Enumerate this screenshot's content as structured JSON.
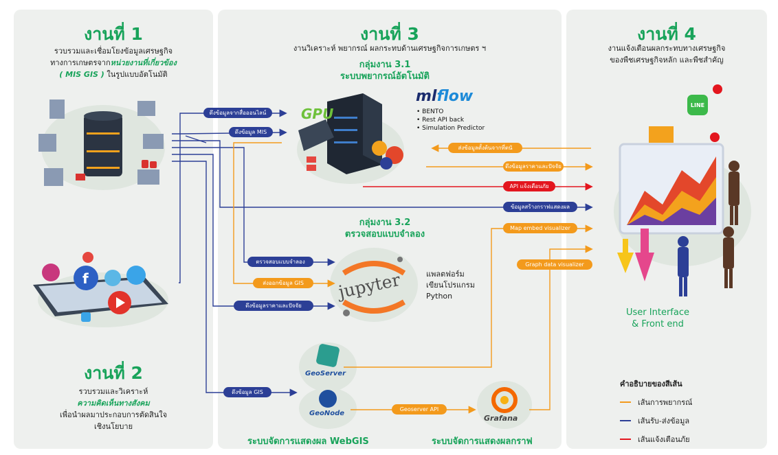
{
  "task1": {
    "title": "งานที่ 1",
    "line1": "รวบรวมและเชื่อมโยงข้อมูลเศรษฐกิจ",
    "line2_prefix": "ทางการเกษตรจาก",
    "line2_highlight": "หน่วยงานที่เกี่ยวข้อง",
    "line3_highlight": "( MIS GIS )",
    "line3_suffix": " ในรูปแบบอัตโนมัติ"
  },
  "task2": {
    "title": "งานที่ 2",
    "line1": "รวบรวมและวิเคราะห์",
    "line2_highlight": "ความคิดเห็นทางสังคม",
    "line3": "เพื่อนำผลมาประกอบการตัดสินใจ",
    "line4": "เชิงนโยบาย"
  },
  "task3": {
    "title": "งานที่ 3",
    "line1": "งานวิเคราะห์ พยากรณ์ ผลกระทบด้านเศรษฐกิจการเกษตร ฯ",
    "group1": "กลุ่มงาน 3.1",
    "group1_name": "ระบบพยากรณ์อัตโนมัติ",
    "group2": "กลุ่มงาน 3.2",
    "group2_name": "ตรวจสอบแบบจำลอง",
    "gpu_label": "GPU",
    "mlflow_prefix": "ml",
    "mlflow_name": "flow",
    "mlflow_items": [
      "BENTO",
      "Rest API back",
      "Simulation Predictor"
    ],
    "jupyter_label": "jupyter",
    "jupyter_desc": [
      "แพลตฟอร์ม",
      "เขียนโปรแกรม",
      "Python"
    ],
    "webgis_label": "ระบบจัดการแสดงผล WebGIS",
    "graph_label": "ระบบจัดการแสดงผลกราฟ",
    "geoserver": "GeoServer",
    "geonode": "GeoNode",
    "grafana": "Grafana"
  },
  "task4": {
    "title": "งานที่ 4",
    "line1": "งานแจ้งเตือนผลกระทบทางเศรษฐกิจ",
    "line2": "ของพืชเศรษฐกิจหลัก และพืชสำคัญ",
    "ui_label_1": "User Interface",
    "ui_label_2": "& Front end",
    "line_label": "LINE"
  },
  "pills": {
    "p1": "ดึงข้อมูลจากสื่อออนไลน์",
    "p2": "ดึงข้อมูล MIS",
    "p3": "ส่งข้อมูลตั้งต้นจากที่ตนั",
    "p4": "ดึงข้อมูลราคาและปัจจัย",
    "p5": "API แจ้งเตือนภัย",
    "p6": "ข้อมูลสร้างกราฟแสดงผล",
    "p7": "Map embed visualizer",
    "p8": "Graph data visualizer",
    "p9": "ตรวจสอบแบบจำลอง",
    "p10": "ส่งออกข้อมูล GIS",
    "p11": "ดึงข้อมูลราคาและปัจจัย",
    "p12": "ดึงข้อมูล GIS",
    "p13": "Geoserver API"
  },
  "legend": {
    "title": "คำอธิบายของสีเส้น",
    "items": [
      "เส้นการพยากรณ์",
      "เส้นรับ-ส่งข้อมูล",
      "เส้นแจ้งเตือนภัย"
    ],
    "colors": [
      "#f39a1c",
      "#2c3f96",
      "#e3161e"
    ]
  },
  "colors": {
    "green": "#18a35a",
    "blue": "#2c3f96",
    "orange": "#f39a1c",
    "red": "#e3161e",
    "panel": "#eef0ee"
  }
}
